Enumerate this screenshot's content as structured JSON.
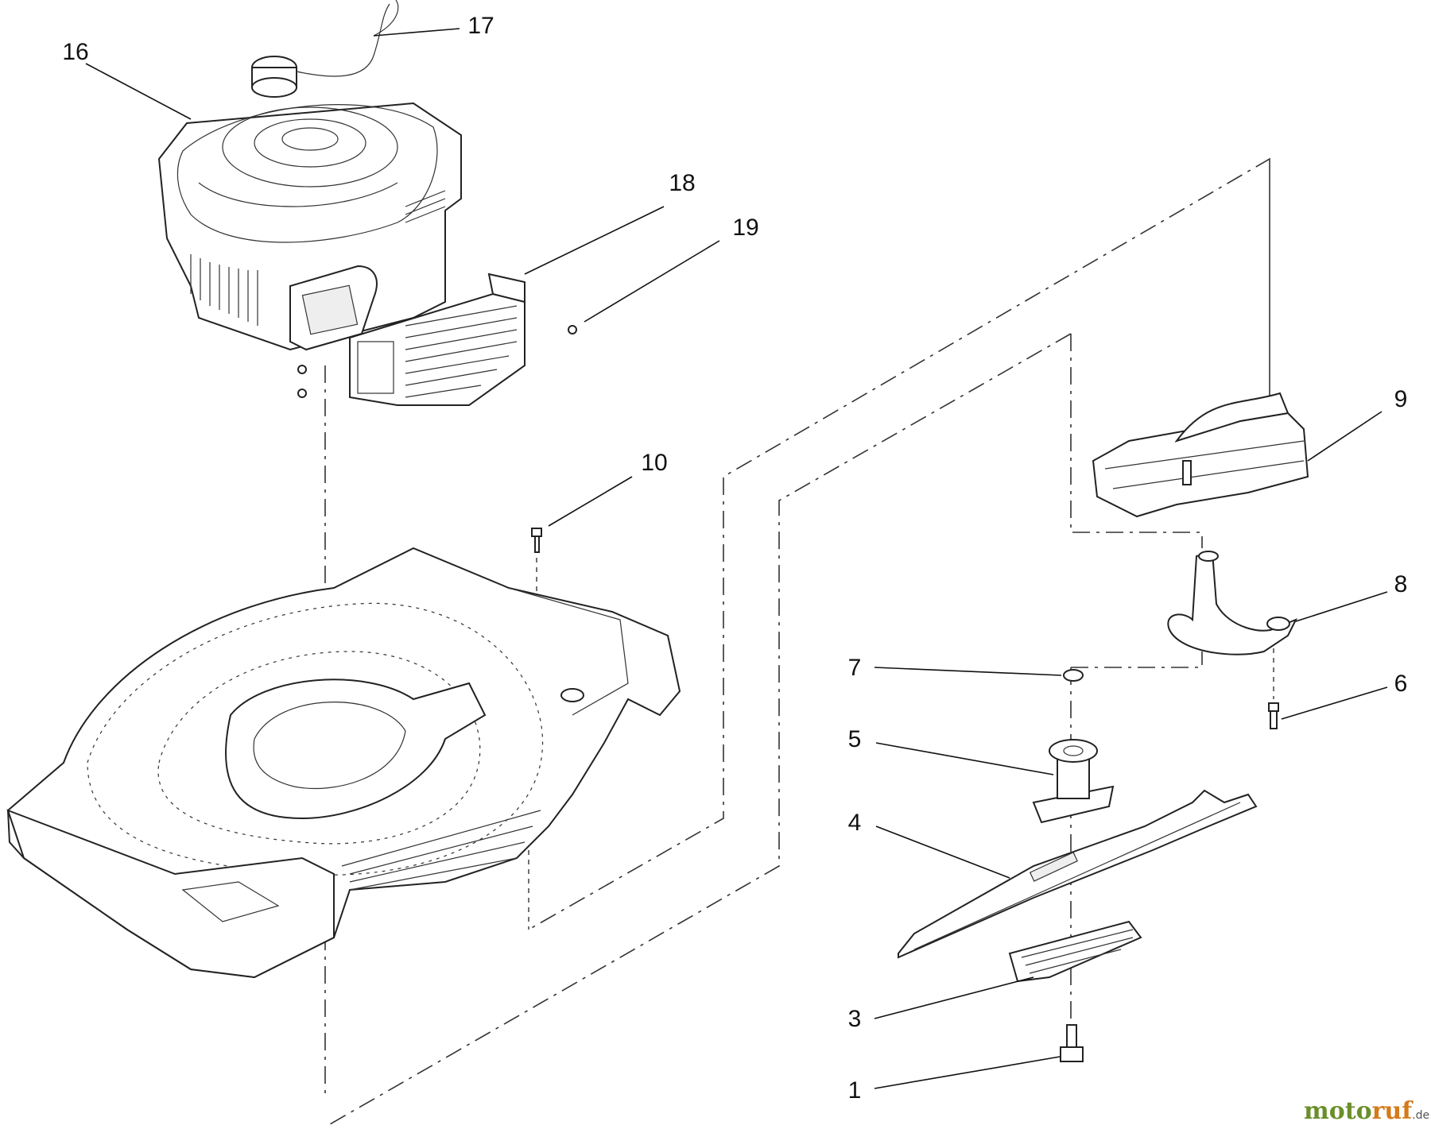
{
  "callouts": [
    {
      "id": "1",
      "text": "1"
    },
    {
      "id": "3",
      "text": "3"
    },
    {
      "id": "4",
      "text": "4"
    },
    {
      "id": "5",
      "text": "5"
    },
    {
      "id": "6",
      "text": "6"
    },
    {
      "id": "7",
      "text": "7"
    },
    {
      "id": "8",
      "text": "8"
    },
    {
      "id": "9",
      "text": "9"
    },
    {
      "id": "10",
      "text": "10"
    },
    {
      "id": "16",
      "text": "16"
    },
    {
      "id": "17",
      "text": "17"
    },
    {
      "id": "18",
      "text": "18"
    },
    {
      "id": "19",
      "text": "19"
    }
  ],
  "watermark": {
    "moto": "moto",
    "ruf": "ruf",
    "tld": ".de",
    "colors": {
      "moto": "#6a8f2a",
      "ruf": "#d47a1a"
    }
  }
}
